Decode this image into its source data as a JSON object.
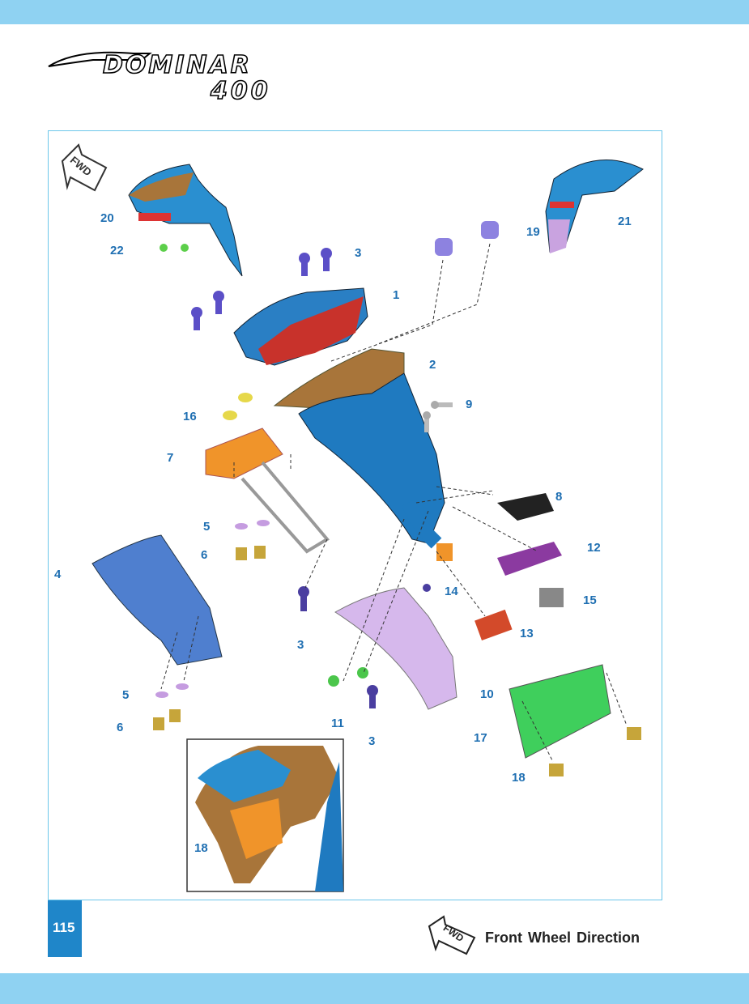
{
  "header": {
    "logo_icon": "dominar-400-logo",
    "logo_text_top": "DOMINAR",
    "logo_text_bottom": "400"
  },
  "diagram": {
    "fwd_icon": "fwd-arrow-icon",
    "fwd_text": "FWD",
    "callouts": [
      "20",
      "22",
      "3",
      "1",
      "19",
      "21",
      "2",
      "9",
      "16",
      "7",
      "8",
      "12",
      "5",
      "6",
      "4",
      "14",
      "15",
      "3",
      "13",
      "5",
      "10",
      "6",
      "11",
      "3",
      "17",
      "18",
      "18"
    ]
  },
  "footer": {
    "page_number": "115",
    "legend_icon": "fwd-arrow-icon",
    "legend_icon_text": "FWD",
    "legend_label": "Front Wheel Direction"
  },
  "colors": {
    "band": "#8fd2f2",
    "frame": "#6cc6ea",
    "callout": "#1f6fb2",
    "page_badge": "#1f86c9"
  }
}
